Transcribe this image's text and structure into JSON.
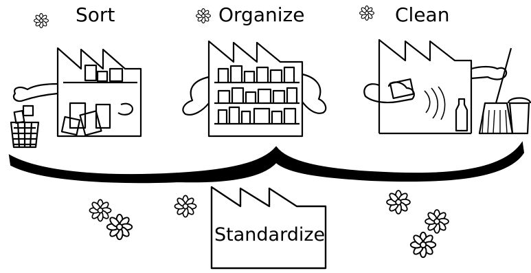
{
  "labels": {
    "sort": "Sort",
    "organize": "Organize",
    "clean": "Clean",
    "standardize": "Standardize"
  },
  "icons": [
    "flower-icon",
    "factory-icon",
    "hand-icon",
    "waste-basket-icon",
    "bucket-icon",
    "broom-icon",
    "brace-icon"
  ],
  "colors": {
    "ink": "#000000",
    "background": "#ffffff"
  }
}
